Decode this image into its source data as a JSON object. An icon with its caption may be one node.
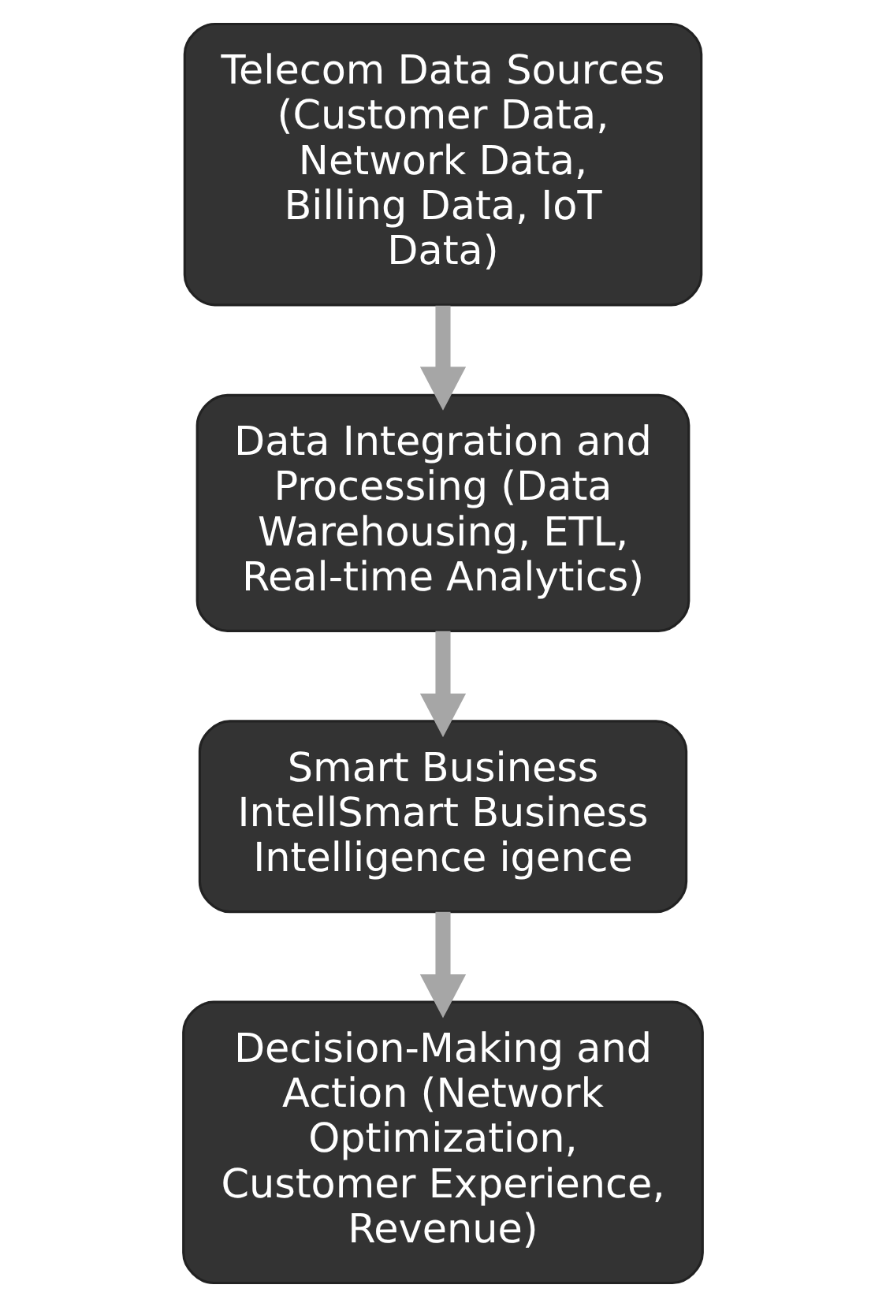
{
  "diagram": {
    "nodes": [
      {
        "text": [
          "Telecom Data Sources (Customer Data, Network Data, Billing Data, IoT Data)"
        ]
      },
      {
        "text": [
          "Data Integration and Processing (Data Warehousing, ETL, Real-time Analytics)"
        ]
      },
      {
        "text": [
          "Smart Business IntellSmart Business Intelligence igence"
        ]
      },
      {
        "text": [
          "Decision-Making and Action (Network Optimization, Customer Experience, Revenue)"
        ]
      }
    ],
    "edges": [
      {
        "from": 0,
        "to": 1,
        "arrow": "to"
      },
      {
        "from": 1,
        "to": 2,
        "arrow": "to"
      },
      {
        "from": 2,
        "to": 3,
        "arrow": "to"
      }
    ]
  }
}
